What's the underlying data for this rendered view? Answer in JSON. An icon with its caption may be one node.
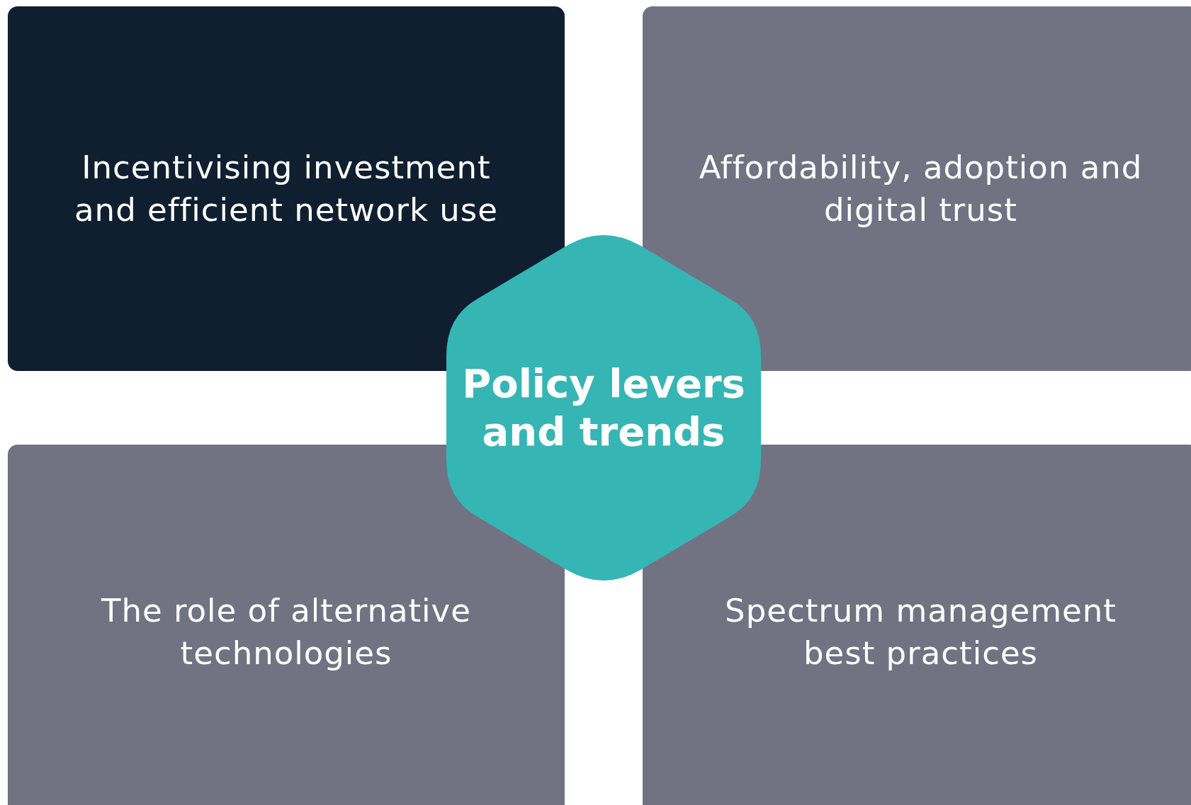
{
  "diagram": {
    "nodes": [
      {
        "text": [
          "Incentivising investment and efficient network use"
        ]
      },
      {
        "text": [
          "Affordability, adoption and digital trust"
        ]
      },
      {
        "text": [
          "Policy levers and trends"
        ]
      },
      {
        "text": [
          "The role of alternative technologies"
        ]
      },
      {
        "text": [
          "Spectrum management best practices"
        ]
      }
    ]
  }
}
